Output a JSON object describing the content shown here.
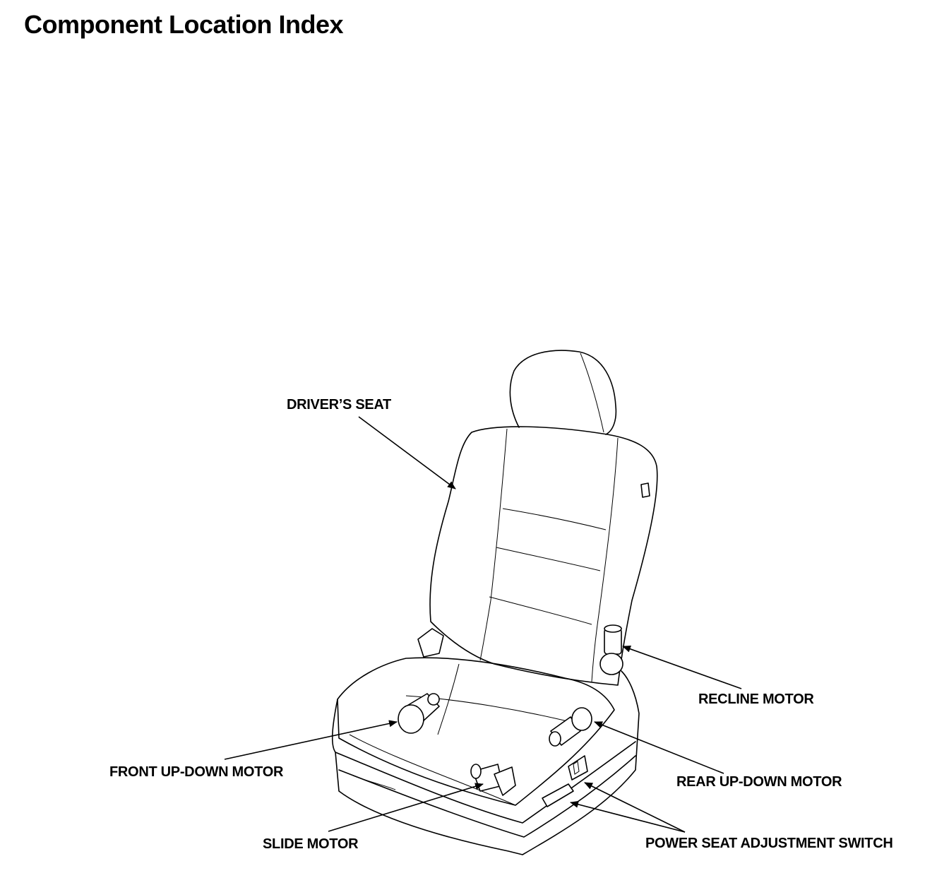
{
  "page": {
    "title": "Component Location Index"
  },
  "callouts": {
    "drivers_seat": "DRIVER’S SEAT",
    "recline_motor": "RECLINE MOTOR",
    "front_up_down_motor": "FRONT UP-DOWN MOTOR",
    "rear_up_down_motor": "REAR UP-DOWN MOTOR",
    "slide_motor": "SLIDE MOTOR",
    "power_seat_adjustment_switch": "POWER SEAT ADJUSTMENT SWITCH"
  },
  "colors": {
    "ink": "#000000",
    "paper": "#ffffff"
  }
}
